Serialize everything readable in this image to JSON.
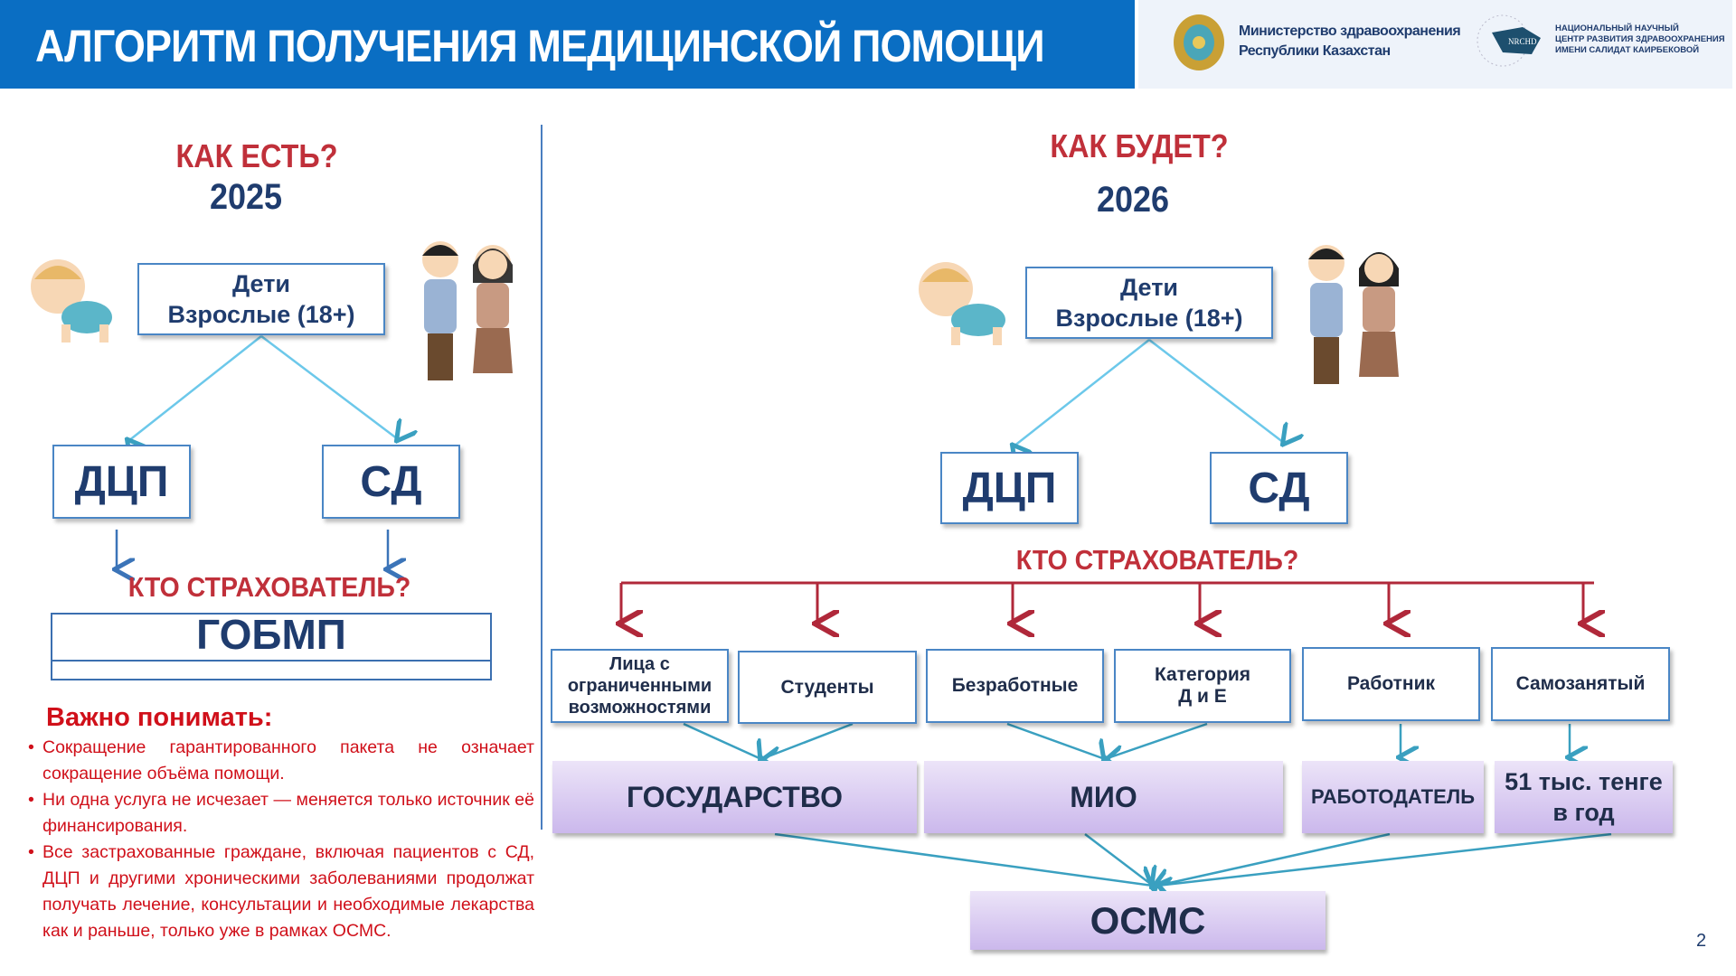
{
  "header": {
    "title": "АЛГОРИТМ ПОЛУЧЕНИЯ МЕДИЦИНСКОЙ ПОМОЩИ",
    "ministry_line1": "Министерство здравоохранения",
    "ministry_line2": "Республики Казахстан",
    "center_line1": "НАЦИОНАЛЬНЫЙ НАУЧНЫЙ",
    "center_line2": "ЦЕНТР РАЗВИТИЯ ЗДРАВООХРАНЕНИЯ",
    "center_line3": "ИМЕНИ САЛИДАТ КАИРБЕКОВОЙ",
    "center_logo_text": "NRCHD"
  },
  "left": {
    "heading": "КАК ЕСТЬ?",
    "year": "2025",
    "people_line1": "Дети",
    "people_line2": "Взрослые (18+)",
    "box1": "ДЦП",
    "box2": "СД",
    "who": "КТО СТРАХОВАТЕЛЬ?",
    "payer": "ГОБМП"
  },
  "right": {
    "heading": "КАК БУДЕТ?",
    "year": "2026",
    "people_line1": "Дети",
    "people_line2": "Взрослые (18+)",
    "box1": "ДЦП",
    "box2": "СД",
    "who": "КТО СТРАХОВАТЕЛЬ?",
    "categories": [
      "Лица с ограниченными возможностями",
      "Студенты",
      "Безработные",
      "Категория Д и Е",
      "Работник",
      "Самозанятый"
    ],
    "payers": [
      "ГОСУДАРСТВО",
      "МИО",
      "РАБОТОДАТЕЛЬ",
      "51 тыс. тенге в год"
    ],
    "result": "ОСМС"
  },
  "important": {
    "title": "Важно понимать:",
    "bullets": [
      "Сокращение гарантированного пакета не означает сокращение объёма помощи.",
      "Ни одна услуга не исчезает — меняется только источник её финансирования.",
      "Все застрахованные граждане, включая пациентов с СД, ДЦП и другими хроническими заболеваниями продолжат получать лечение, консультации и необходимые лекарства как и раньше, только уже в рамках ОСМС."
    ]
  },
  "page_number": "2"
}
